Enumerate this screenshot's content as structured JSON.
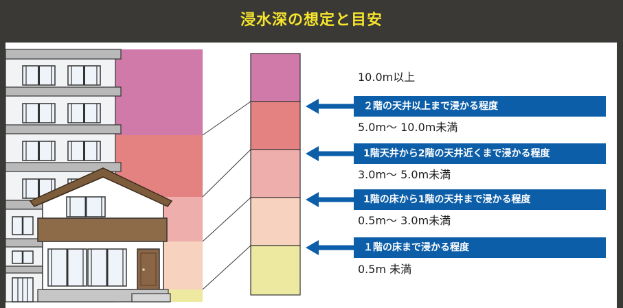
{
  "title": "浸水深の想定と目安",
  "depth_ranges": [
    "10.0m以上",
    "5.0m～ 10.0m未満",
    "3.0m～ 5.0m未満",
    "0.5m～ 3.0m未満",
    "0.5m 未満"
  ],
  "descriptions": [
    "２階の天井以上まで浸かる程度",
    "1階天井から2階の天井近くまで浸かる程度",
    "1階の床から1階の天井まで浸かる程度",
    "１階の床まで浸かる程度"
  ],
  "scale_colors": [
    "#cf7aa8",
    "#e48282",
    "#eeaeac",
    "#f7d2bf",
    "#ede9a1"
  ],
  "colors": {
    "background": "#3a3936",
    "panel": "#ffffff",
    "title": "#f6e52c",
    "banner": "#0c5ea9",
    "banner_text": "#ffffff",
    "roof": "#7d5c3c",
    "house_band": "#8d6b49",
    "door": "#8a6646"
  },
  "icons": {
    "pointer": "left-arrow-icon"
  }
}
